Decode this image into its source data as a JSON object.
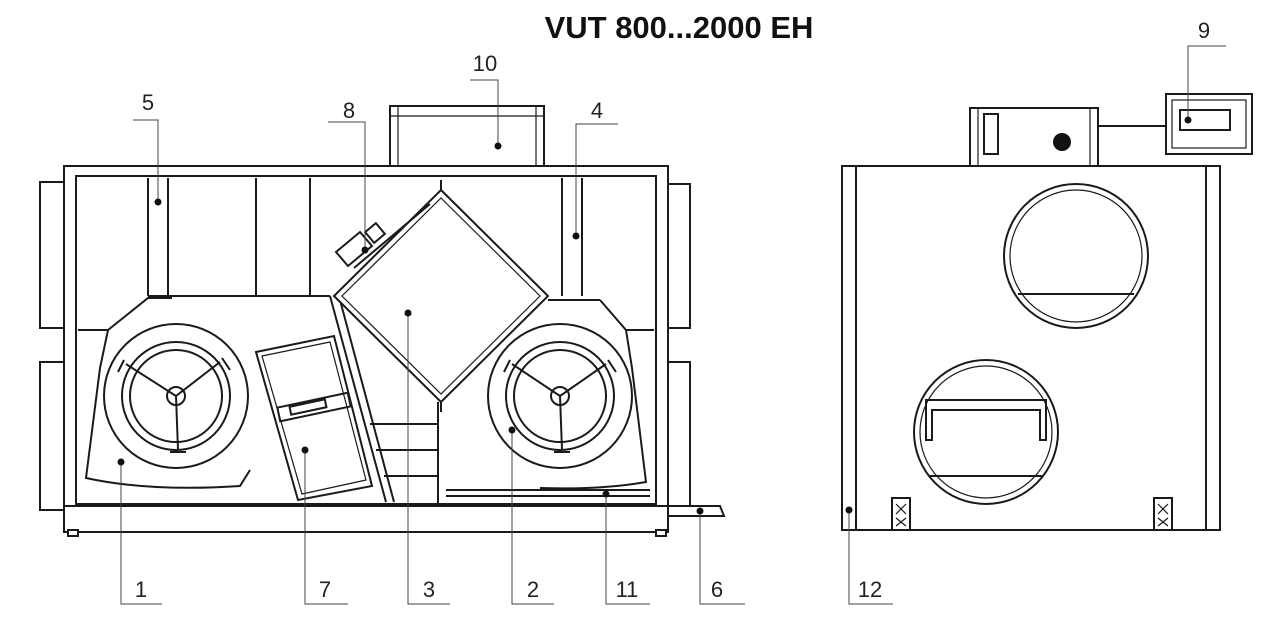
{
  "title": "VUT 800...2000 EH",
  "callouts": {
    "c1": "1",
    "c2": "2",
    "c3": "3",
    "c4": "4",
    "c5": "5",
    "c6": "6",
    "c7": "7",
    "c8": "8",
    "c9": "9",
    "c10": "10",
    "c11": "11",
    "c12": "12"
  }
}
